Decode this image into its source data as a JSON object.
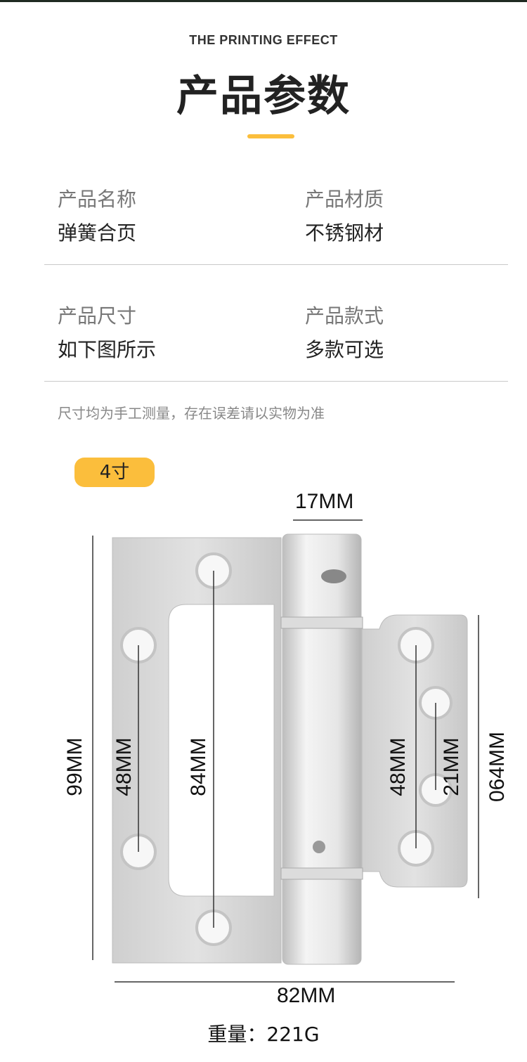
{
  "header": {
    "subtitle": "THE PRINTING EFFECT",
    "title": "产品参数"
  },
  "specs": [
    {
      "label": "产品名称",
      "value": "弹簧合页"
    },
    {
      "label": "产品材质",
      "value": "不锈钢材"
    },
    {
      "label": "产品尺寸",
      "value": "如下图所示"
    },
    {
      "label": "产品款式",
      "value": "多款可选"
    }
  ],
  "note": "尺寸均为手工测量，存在误差请以实物为准",
  "size_badge": "4寸",
  "dimensions": {
    "knuckle_width": "17MM",
    "total_height": "99MM",
    "left_holes": "48MM",
    "left_outer_holes": "84MM",
    "right_holes": "48MM",
    "right_inner_holes": "21MM",
    "right_leaf_height": "064MM",
    "total_width": "82MM"
  },
  "weight": "重量：221G",
  "colors": {
    "accent": "#fbbe3c"
  }
}
